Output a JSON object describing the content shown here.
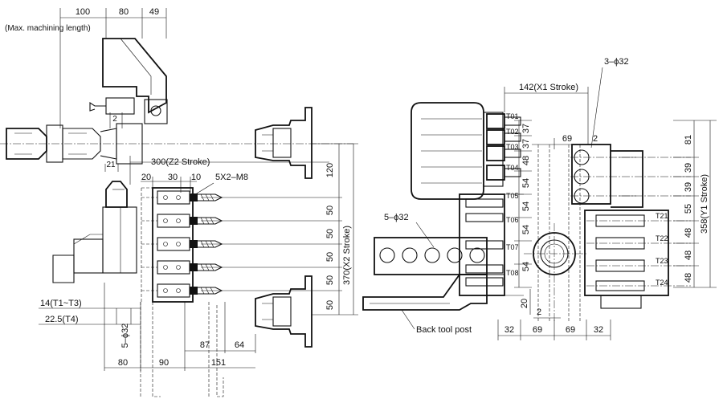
{
  "left_view": {
    "dims_top": [
      "100",
      "80",
      "49"
    ],
    "note_max_length": "(Max. machining length)",
    "dim_z2_stroke": "300(Z2 Stroke)",
    "dims_row": [
      "20",
      "30",
      "10"
    ],
    "tap_note": "5X2–M8",
    "dim_2": "2",
    "dim_21": "21",
    "dims_right": [
      "120",
      "50",
      "50",
      "50",
      "50",
      "50"
    ],
    "dim_x2_stroke": "370(X2 Stroke)",
    "note_t1_t3": "14(T1~T3)",
    "note_t4": "22.5(T4)",
    "note_bore": "5–ϕ32",
    "dims_bottom": [
      "87",
      "64",
      "80",
      "90",
      "151"
    ]
  },
  "right_view": {
    "dim_x1_stroke": "142(X1 Stroke)",
    "note_bore_top": "3–ϕ32",
    "tools_left": [
      "T01",
      "T02",
      "T03",
      "T04",
      "T05",
      "T06",
      "T07",
      "T08"
    ],
    "dims_left_col": [
      "37",
      "37",
      "48",
      "54",
      "54",
      "54",
      "54"
    ],
    "dim_69": "69",
    "dim_2": "2",
    "dims_right_col": [
      "81",
      "39",
      "39",
      "55",
      "48",
      "48",
      "48"
    ],
    "dim_y1_stroke": "358(Y1 Stroke)",
    "tools_right": [
      "T21",
      "T22",
      "T23",
      "T24"
    ],
    "note_bore_post": "5–ϕ32",
    "dim_20": "20",
    "dim_2b": "2",
    "note_back_post": "Back tool post",
    "dims_bottom": [
      "32",
      "69",
      "69",
      "32"
    ]
  }
}
